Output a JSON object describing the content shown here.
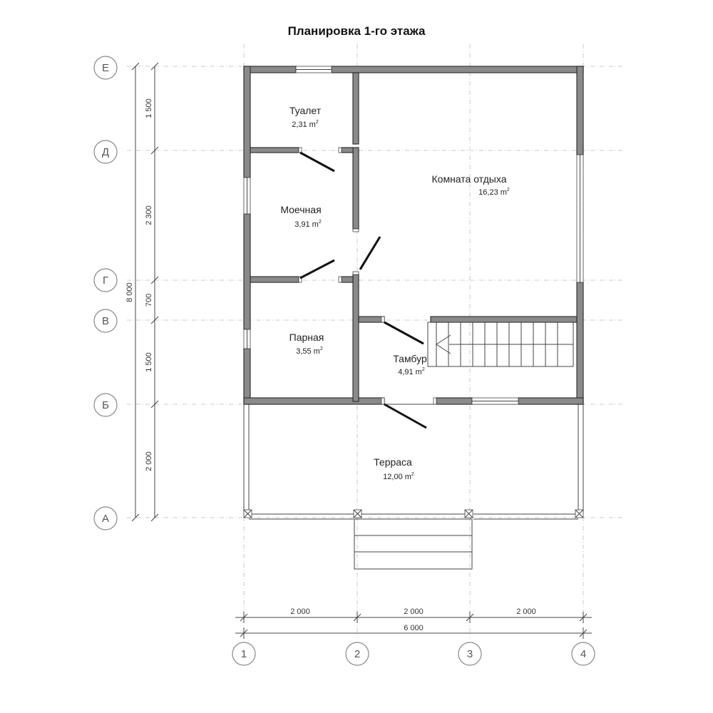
{
  "title": "Планировка 1-го этажа",
  "rooms": [
    {
      "name": "Туалет",
      "area": "2,31 m",
      "sup": "2"
    },
    {
      "name": "Моечная",
      "area": "3,91 m",
      "sup": "2"
    },
    {
      "name": "Комната отдыха",
      "area": "16,23 m",
      "sup": "2"
    },
    {
      "name": "Парная",
      "area": "3,55 m",
      "sup": "2"
    },
    {
      "name": "Тамбур",
      "area": "4,91 m",
      "sup": "2"
    },
    {
      "name": "Терраса",
      "area": "12,00 m",
      "sup": "2"
    }
  ],
  "row_axes": [
    "Е",
    "Д",
    "Г",
    "В",
    "Б",
    "А"
  ],
  "col_axes": [
    "1",
    "2",
    "3",
    "4"
  ],
  "vertical_dims": [
    "1 500",
    "2 300",
    "700",
    "1 500",
    "2 000"
  ],
  "vertical_total": "8 000",
  "horizontal_dims": [
    "2 000",
    "2 000",
    "2 000"
  ],
  "horizontal_total": "6 000"
}
